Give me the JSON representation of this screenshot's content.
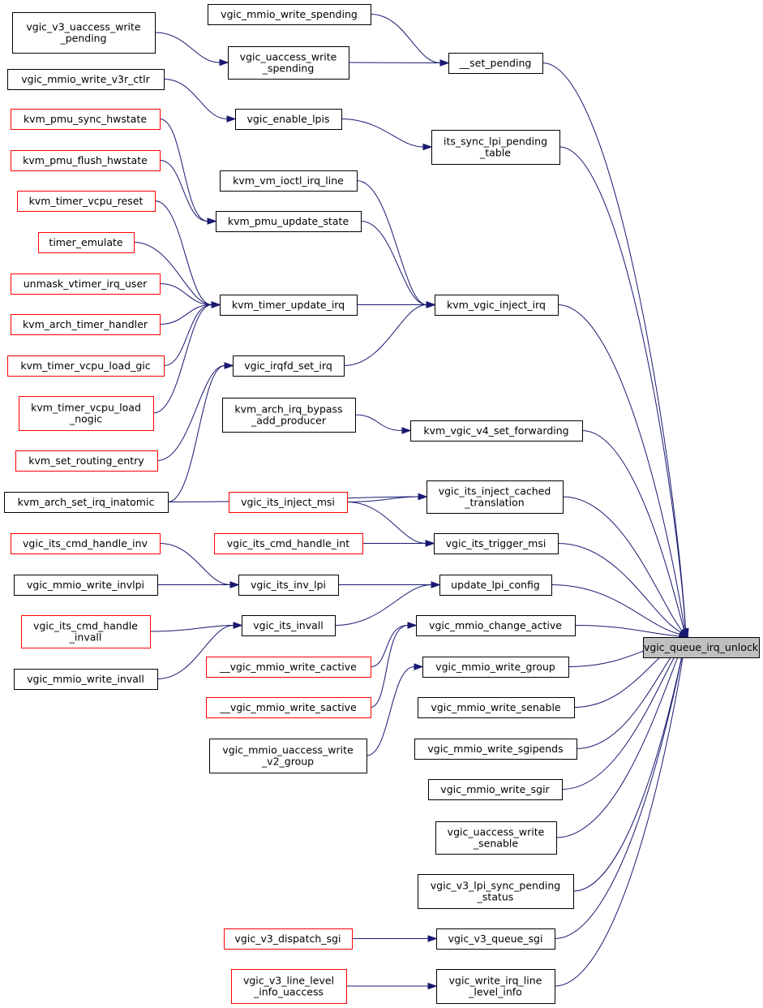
{
  "nodes": [
    {
      "id": "n_root",
      "lines": [
        "vgic_queue_irq_unlock"
      ],
      "style": "root"
    },
    {
      "id": "n_mmio_write_spending",
      "lines": [
        "vgic_mmio_write_spending"
      ],
      "style": "black"
    },
    {
      "id": "n_v3_uaccess_write_pending",
      "lines": [
        "vgic_v3_uaccess_write",
        "_pending"
      ],
      "style": "black"
    },
    {
      "id": "n_uaccess_write_spending",
      "lines": [
        "vgic_uaccess_write",
        "_spending"
      ],
      "style": "black"
    },
    {
      "id": "n_set_pending",
      "lines": [
        "__set_pending"
      ],
      "style": "black"
    },
    {
      "id": "n_mmio_write_v3r_ctlr",
      "lines": [
        "vgic_mmio_write_v3r_ctlr"
      ],
      "style": "black"
    },
    {
      "id": "n_enable_lpis",
      "lines": [
        "vgic_enable_lpis"
      ],
      "style": "black"
    },
    {
      "id": "n_its_sync_lpi",
      "lines": [
        "its_sync_lpi_pending",
        "_table"
      ],
      "style": "black"
    },
    {
      "id": "n_pmu_sync_hwstate",
      "lines": [
        "kvm_pmu_sync_hwstate"
      ],
      "style": "red"
    },
    {
      "id": "n_pmu_flush_hwstate",
      "lines": [
        "kvm_pmu_flush_hwstate"
      ],
      "style": "red"
    },
    {
      "id": "n_vm_ioctl_irq_line",
      "lines": [
        "kvm_vm_ioctl_irq_line"
      ],
      "style": "black"
    },
    {
      "id": "n_timer_vcpu_reset",
      "lines": [
        "kvm_timer_vcpu_reset"
      ],
      "style": "red"
    },
    {
      "id": "n_pmu_update_state",
      "lines": [
        "kvm_pmu_update_state"
      ],
      "style": "black"
    },
    {
      "id": "n_timer_emulate",
      "lines": [
        "timer_emulate"
      ],
      "style": "red"
    },
    {
      "id": "n_unmask_vtimer",
      "lines": [
        "unmask_vtimer_irq_user"
      ],
      "style": "red"
    },
    {
      "id": "n_timer_update_irq",
      "lines": [
        "kvm_timer_update_irq"
      ],
      "style": "black"
    },
    {
      "id": "n_vgic_inject_irq",
      "lines": [
        "kvm_vgic_inject_irq"
      ],
      "style": "black"
    },
    {
      "id": "n_arch_timer_handler",
      "lines": [
        "kvm_arch_timer_handler"
      ],
      "style": "red"
    },
    {
      "id": "n_timer_vcpu_load_gic",
      "lines": [
        "kvm_timer_vcpu_load_gic"
      ],
      "style": "red"
    },
    {
      "id": "n_irqfd_set_irq",
      "lines": [
        "vgic_irqfd_set_irq"
      ],
      "style": "black"
    },
    {
      "id": "n_timer_vcpu_load_nogic",
      "lines": [
        "kvm_timer_vcpu_load",
        "_nogic"
      ],
      "style": "red"
    },
    {
      "id": "n_irq_bypass",
      "lines": [
        "kvm_arch_irq_bypass",
        "_add_producer"
      ],
      "style": "black"
    },
    {
      "id": "n_v4_set_forwarding",
      "lines": [
        "kvm_vgic_v4_set_forwarding"
      ],
      "style": "black"
    },
    {
      "id": "n_set_routing_entry",
      "lines": [
        "kvm_set_routing_entry"
      ],
      "style": "red"
    },
    {
      "id": "n_arch_set_irq_inatomic",
      "lines": [
        "kvm_arch_set_irq_inatomic"
      ],
      "style": "black"
    },
    {
      "id": "n_its_inject_cached",
      "lines": [
        "vgic_its_inject_cached",
        "_translation"
      ],
      "style": "black"
    },
    {
      "id": "n_its_inject_msi",
      "lines": [
        "vgic_its_inject_msi"
      ],
      "style": "red"
    },
    {
      "id": "n_its_cmd_handle_int",
      "lines": [
        "vgic_its_cmd_handle_int"
      ],
      "style": "red"
    },
    {
      "id": "n_its_trigger_msi",
      "lines": [
        "vgic_its_trigger_msi"
      ],
      "style": "black"
    },
    {
      "id": "n_its_cmd_handle_inv",
      "lines": [
        "vgic_its_cmd_handle_inv"
      ],
      "style": "red"
    },
    {
      "id": "n_mmio_write_invlpi",
      "lines": [
        "vgic_mmio_write_invlpi"
      ],
      "style": "black"
    },
    {
      "id": "n_its_inv_lpi",
      "lines": [
        "vgic_its_inv_lpi"
      ],
      "style": "black"
    },
    {
      "id": "n_update_lpi_config",
      "lines": [
        "update_lpi_config"
      ],
      "style": "black"
    },
    {
      "id": "n_its_cmd_handle_invall",
      "lines": [
        "vgic_its_cmd_handle",
        "_invall"
      ],
      "style": "red"
    },
    {
      "id": "n_its_invall",
      "lines": [
        "vgic_its_invall"
      ],
      "style": "black"
    },
    {
      "id": "n_mmio_change_active",
      "lines": [
        "vgic_mmio_change_active"
      ],
      "style": "black"
    },
    {
      "id": "n_mmio_write_invall",
      "lines": [
        "vgic_mmio_write_invall"
      ],
      "style": "black"
    },
    {
      "id": "n_mmio_write_cactive",
      "lines": [
        "__vgic_mmio_write_cactive"
      ],
      "style": "red"
    },
    {
      "id": "n_mmio_write_group",
      "lines": [
        "vgic_mmio_write_group"
      ],
      "style": "black"
    },
    {
      "id": "n_mmio_write_sactive",
      "lines": [
        "__vgic_mmio_write_sactive"
      ],
      "style": "red"
    },
    {
      "id": "n_mmio_write_senable",
      "lines": [
        "vgic_mmio_write_senable"
      ],
      "style": "black"
    },
    {
      "id": "n_mmio_uaccess_write_v2_group",
      "lines": [
        "vgic_mmio_uaccess_write",
        "_v2_group"
      ],
      "style": "black"
    },
    {
      "id": "n_mmio_write_sgipends",
      "lines": [
        "vgic_mmio_write_sgipends"
      ],
      "style": "black"
    },
    {
      "id": "n_mmio_write_sgir",
      "lines": [
        "vgic_mmio_write_sgir"
      ],
      "style": "black"
    },
    {
      "id": "n_uaccess_write_senable",
      "lines": [
        "vgic_uaccess_write",
        "_senable"
      ],
      "style": "black"
    },
    {
      "id": "n_v3_lpi_sync",
      "lines": [
        "vgic_v3_lpi_sync_pending",
        "_status"
      ],
      "style": "black"
    },
    {
      "id": "n_v3_dispatch_sgi",
      "lines": [
        "vgic_v3_dispatch_sgi"
      ],
      "style": "red"
    },
    {
      "id": "n_v3_queue_sgi",
      "lines": [
        "vgic_v3_queue_sgi"
      ],
      "style": "black"
    },
    {
      "id": "n_v3_line_level",
      "lines": [
        "vgic_v3_line_level",
        "_info_uaccess"
      ],
      "style": "red"
    },
    {
      "id": "n_write_irq_line",
      "lines": [
        "vgic_write_irq_line",
        "_level_info"
      ],
      "style": "black"
    }
  ],
  "edges": [
    [
      "n_mmio_write_spending",
      "n_set_pending"
    ],
    [
      "n_v3_uaccess_write_pending",
      "n_uaccess_write_spending"
    ],
    [
      "n_uaccess_write_spending",
      "n_set_pending"
    ],
    [
      "n_set_pending",
      "n_root"
    ],
    [
      "n_mmio_write_v3r_ctlr",
      "n_enable_lpis"
    ],
    [
      "n_enable_lpis",
      "n_its_sync_lpi"
    ],
    [
      "n_its_sync_lpi",
      "n_root"
    ],
    [
      "n_pmu_sync_hwstate",
      "n_pmu_update_state"
    ],
    [
      "n_pmu_flush_hwstate",
      "n_pmu_update_state"
    ],
    [
      "n_pmu_update_state",
      "n_vgic_inject_irq"
    ],
    [
      "n_vm_ioctl_irq_line",
      "n_vgic_inject_irq"
    ],
    [
      "n_timer_vcpu_reset",
      "n_timer_update_irq"
    ],
    [
      "n_timer_emulate",
      "n_timer_update_irq"
    ],
    [
      "n_unmask_vtimer",
      "n_timer_update_irq"
    ],
    [
      "n_arch_timer_handler",
      "n_timer_update_irq"
    ],
    [
      "n_timer_vcpu_load_gic",
      "n_timer_update_irq"
    ],
    [
      "n_timer_vcpu_load_nogic",
      "n_timer_update_irq"
    ],
    [
      "n_timer_update_irq",
      "n_vgic_inject_irq"
    ],
    [
      "n_irqfd_set_irq",
      "n_vgic_inject_irq"
    ],
    [
      "n_set_routing_entry",
      "n_irqfd_set_irq"
    ],
    [
      "n_arch_set_irq_inatomic",
      "n_irqfd_set_irq"
    ],
    [
      "n_vgic_inject_irq",
      "n_root"
    ],
    [
      "n_irq_bypass",
      "n_v4_set_forwarding"
    ],
    [
      "n_v4_set_forwarding",
      "n_root"
    ],
    [
      "n_arch_set_irq_inatomic",
      "n_its_inject_cached"
    ],
    [
      "n_its_inject_msi",
      "n_its_inject_cached"
    ],
    [
      "n_its_inject_cached",
      "n_root"
    ],
    [
      "n_its_inject_msi",
      "n_its_trigger_msi"
    ],
    [
      "n_its_cmd_handle_int",
      "n_its_trigger_msi"
    ],
    [
      "n_its_trigger_msi",
      "n_root"
    ],
    [
      "n_its_cmd_handle_inv",
      "n_its_inv_lpi"
    ],
    [
      "n_mmio_write_invlpi",
      "n_its_inv_lpi"
    ],
    [
      "n_its_inv_lpi",
      "n_update_lpi_config"
    ],
    [
      "n_its_invall",
      "n_update_lpi_config"
    ],
    [
      "n_update_lpi_config",
      "n_root"
    ],
    [
      "n_its_cmd_handle_invall",
      "n_its_invall"
    ],
    [
      "n_mmio_write_invall",
      "n_its_invall"
    ],
    [
      "n_mmio_write_cactive",
      "n_mmio_change_active"
    ],
    [
      "n_mmio_write_sactive",
      "n_mmio_change_active"
    ],
    [
      "n_mmio_change_active",
      "n_root"
    ],
    [
      "n_mmio_uaccess_write_v2_group",
      "n_mmio_write_group"
    ],
    [
      "n_mmio_write_group",
      "n_root"
    ],
    [
      "n_mmio_write_senable",
      "n_root"
    ],
    [
      "n_mmio_write_sgipends",
      "n_root"
    ],
    [
      "n_mmio_write_sgir",
      "n_root"
    ],
    [
      "n_uaccess_write_senable",
      "n_root"
    ],
    [
      "n_v3_lpi_sync",
      "n_root"
    ],
    [
      "n_v3_dispatch_sgi",
      "n_v3_queue_sgi"
    ],
    [
      "n_v3_queue_sgi",
      "n_root"
    ],
    [
      "n_v3_line_level",
      "n_write_irq_line"
    ],
    [
      "n_write_irq_line",
      "n_root"
    ]
  ]
}
